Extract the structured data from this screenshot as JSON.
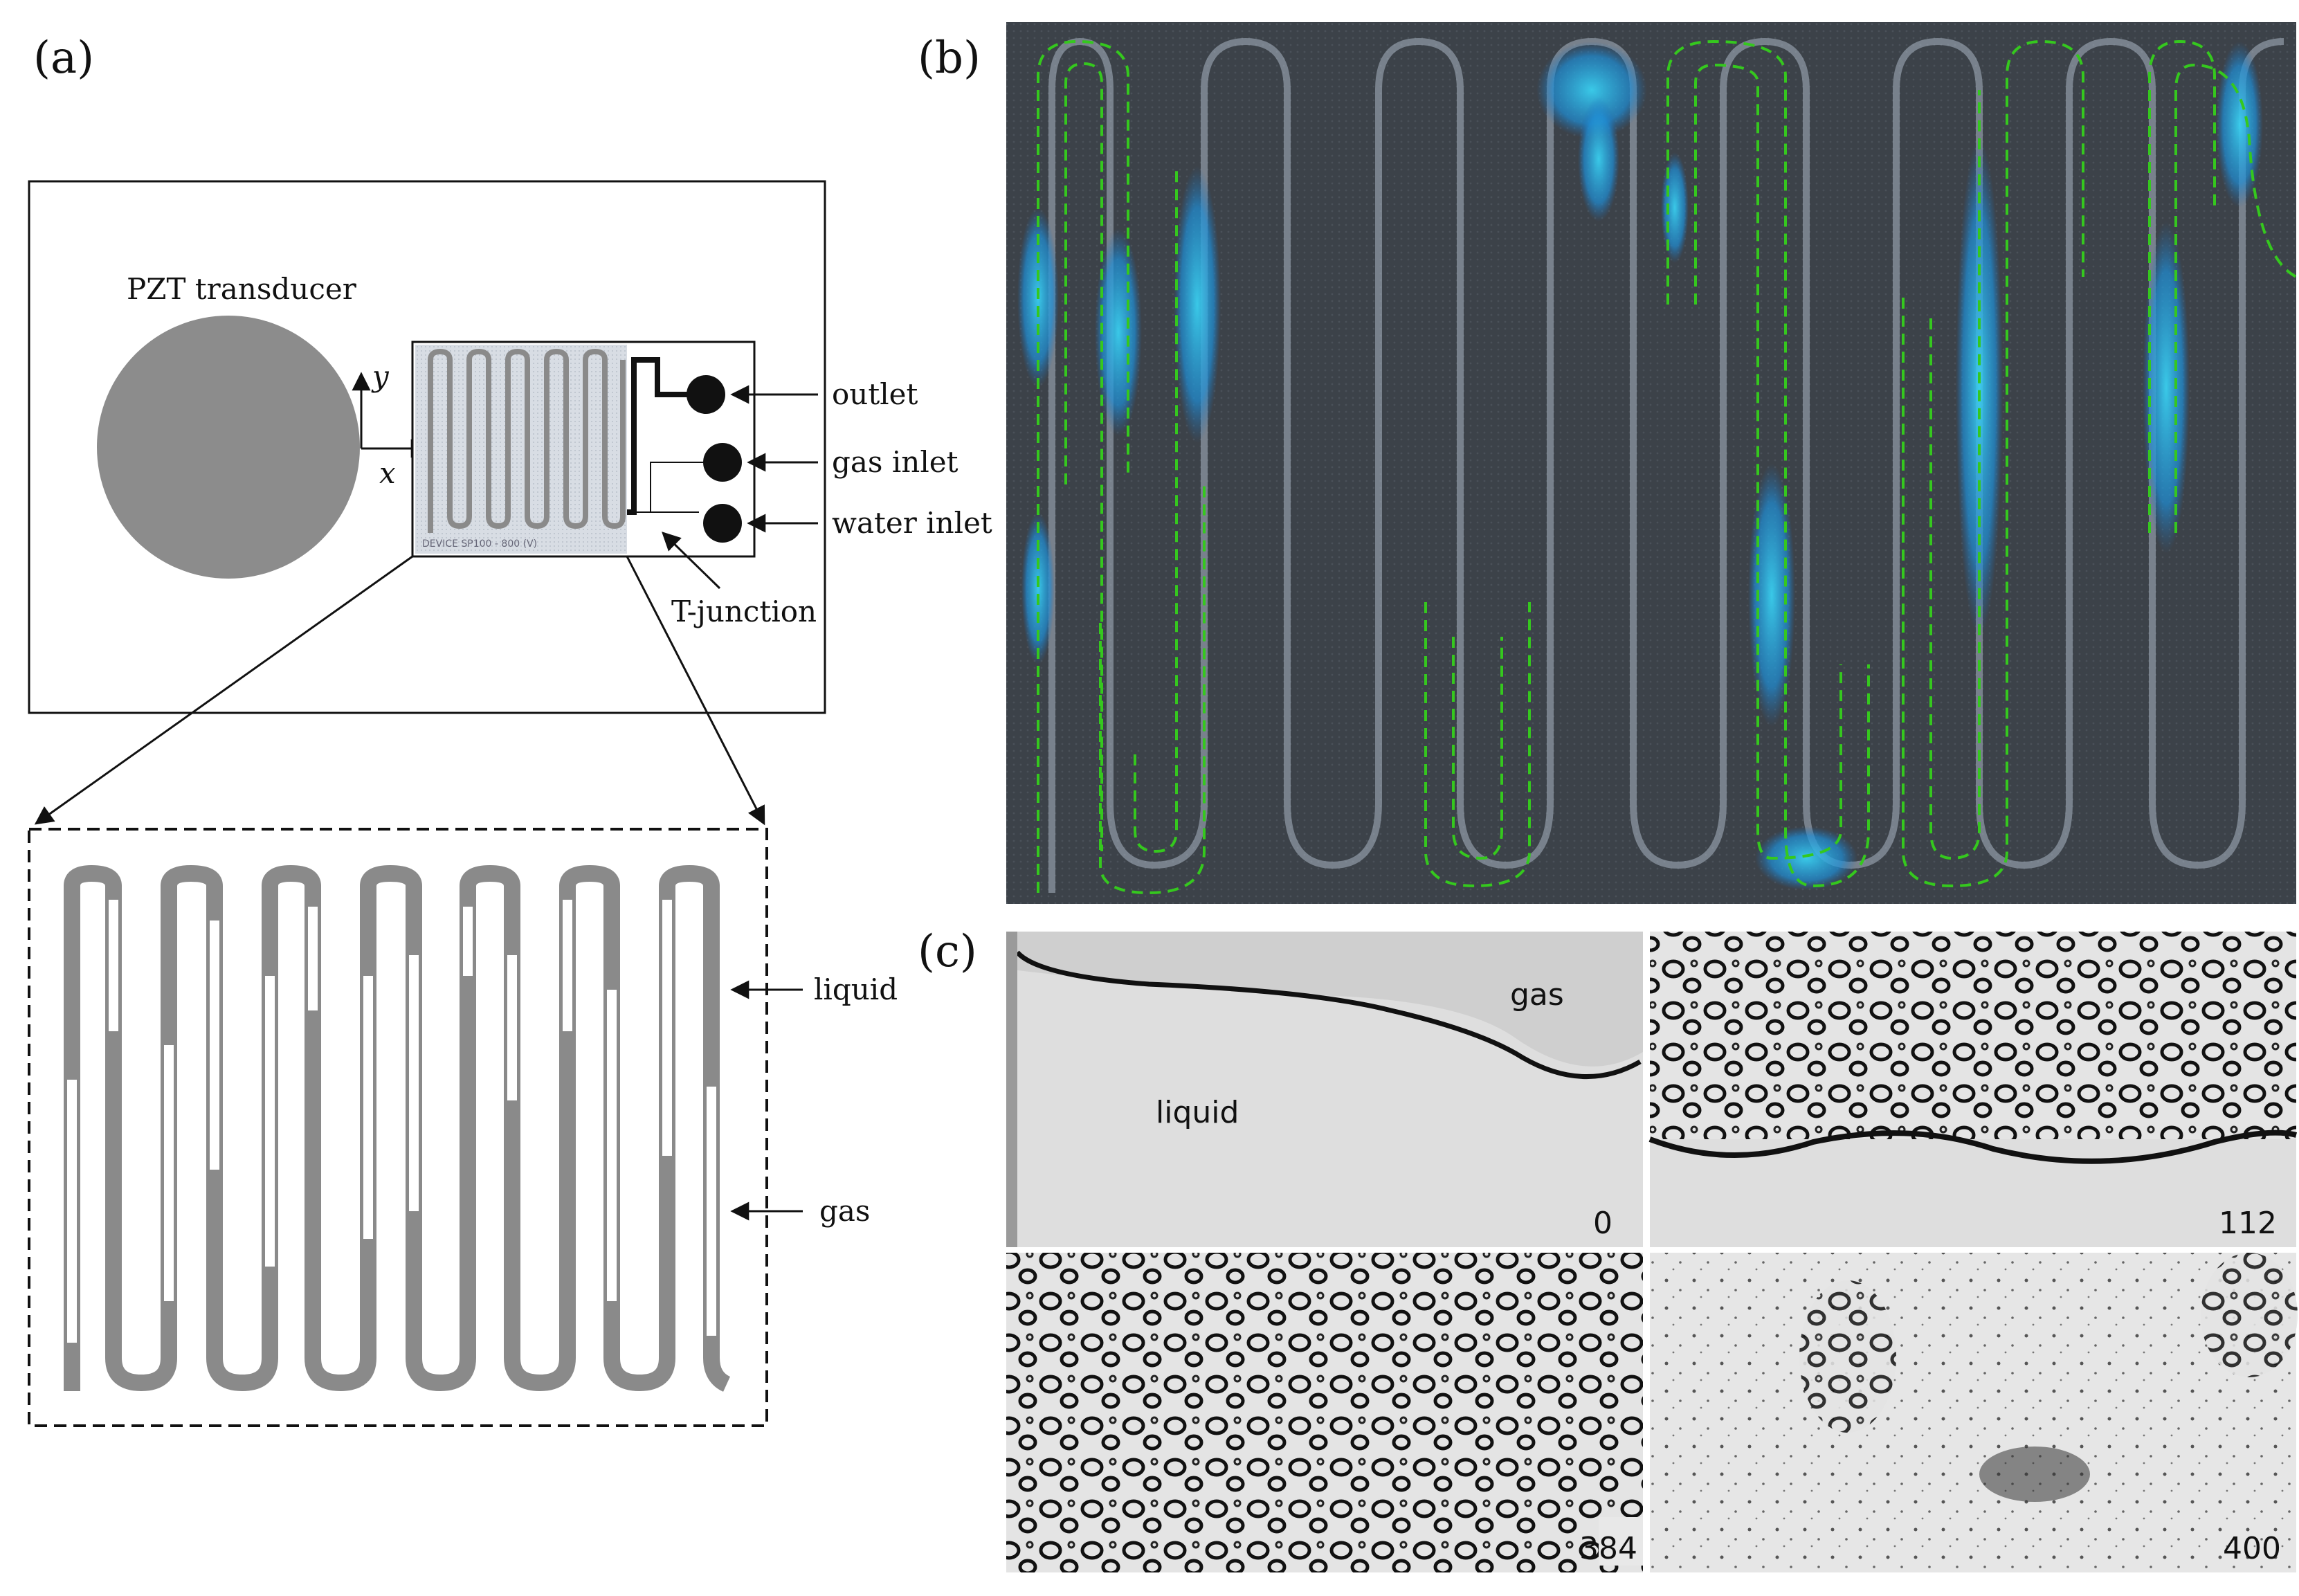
{
  "panels": {
    "a": {
      "label": "(a)",
      "transducer_label": "PZT transducer",
      "axis_x": "x",
      "axis_y": "y",
      "chip_print": "DEVICE  SP100 - 800 (V)",
      "ports": [
        "outlet",
        "gas inlet",
        "water inlet"
      ],
      "junction_label": "T-junction",
      "zoom_labels": {
        "liquid": "liquid",
        "gas": "gas"
      }
    },
    "b": {
      "label": "(b)"
    },
    "c": {
      "label": "(c)",
      "frames": [
        {
          "time": "0",
          "labels": {
            "gas": "gas",
            "liquid": "liquid"
          }
        },
        {
          "time": "112"
        },
        {
          "time": "384"
        },
        {
          "time": "400"
        }
      ]
    }
  },
  "colors": {
    "channel_liquid": "#8a8a8a",
    "channel_gas": "#ffffff",
    "transducer": "#8c8c8c",
    "guide_dash": "#35c81e",
    "liquid_dye": "#2aa6e0",
    "photo_bg": "#3c4249"
  }
}
